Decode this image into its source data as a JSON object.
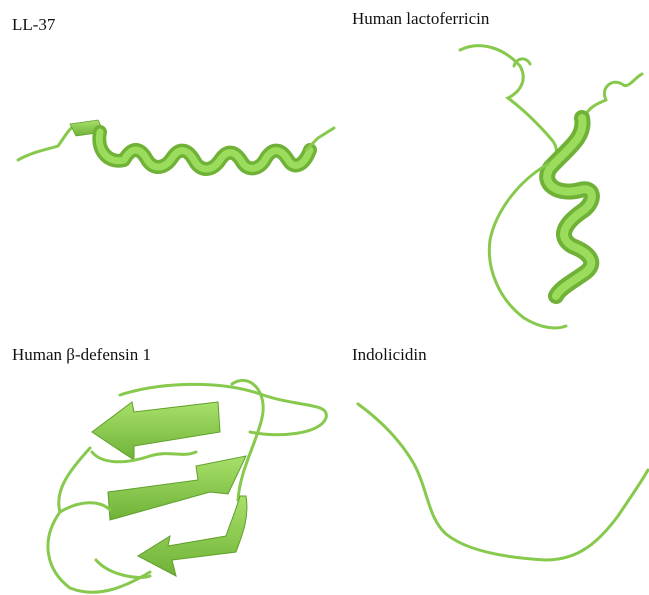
{
  "panels": {
    "ll37": {
      "label": "LL-37"
    },
    "lactoferricin": {
      "label": "Human lactoferricin"
    },
    "defensin": {
      "label": "Human β-defensin 1"
    },
    "indolicidin": {
      "label": "Indolicidin"
    }
  },
  "colors": {
    "ribbon": "#8fd24f",
    "ribbon_dark": "#5f9f2b",
    "coil": "#86c94d",
    "text": "#111111"
  }
}
